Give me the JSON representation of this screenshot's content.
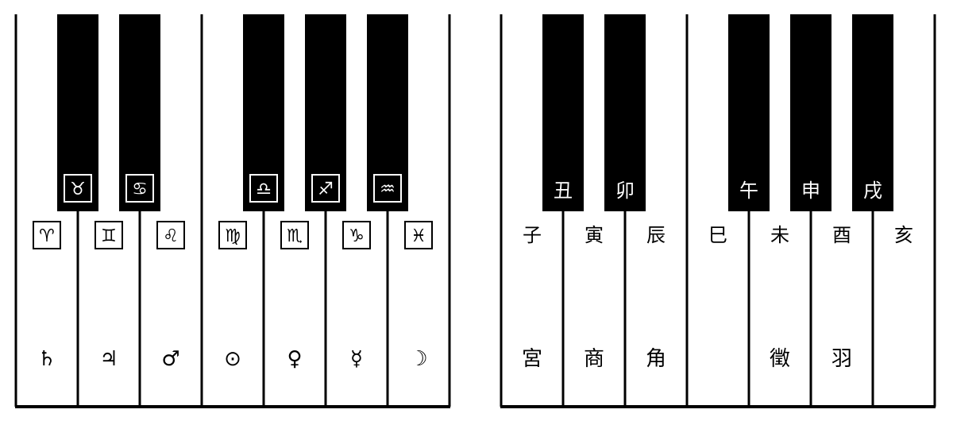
{
  "colors": {
    "background": "#ffffff",
    "black_key": "#000000",
    "line": "#000000",
    "label_on_black": "#ffffff",
    "label_on_white": "#000000"
  },
  "left_keyboard": {
    "white_key_top_labels": [
      "♈",
      "♊",
      "♌",
      "♍",
      "♏",
      "♑",
      "♓"
    ],
    "white_key_bottom_labels": [
      "♄",
      "♃",
      "♂",
      "⊙",
      "♀",
      "☿",
      "☽"
    ],
    "black_key_labels": [
      "♉",
      "♋",
      "♎",
      "♐",
      "♒"
    ]
  },
  "right_keyboard": {
    "white_key_top_labels": [
      "子",
      "寅",
      "辰",
      "巳",
      "未",
      "酉",
      "亥"
    ],
    "white_key_bottom_labels": [
      "宮",
      "商",
      "角",
      "",
      "徵",
      "羽",
      ""
    ],
    "black_key_labels": [
      "丑",
      "卯",
      "午",
      "申",
      "戌"
    ]
  }
}
